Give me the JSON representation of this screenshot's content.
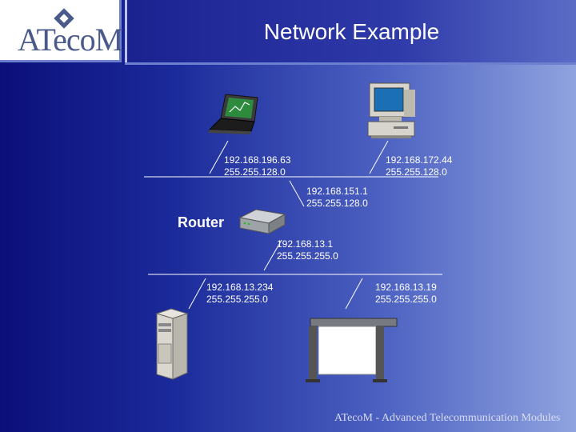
{
  "logo": {
    "text": "ATecoM"
  },
  "title": "Network Example",
  "labels": {
    "laptop_ip": "192.168.196.63",
    "laptop_mask": "255.255.128.0",
    "pc_ip": "192.168.172.44",
    "pc_mask": "255.255.128.0",
    "router_top_ip": "192.168.151.1",
    "router_top_mask": "255.255.128.0",
    "router_bottom_ip": "192.168.13.1",
    "router_bottom_mask": "255.255.255.0",
    "server_ip": "192.168.13.234",
    "server_mask": "255.255.255.0",
    "plotter_ip": "192.168.13.19",
    "plotter_mask": "255.255.255.0",
    "router_name": "Router"
  },
  "footer": "ATecoM - Advanced Telecommunication Modules",
  "colors": {
    "background_left": "#0b0f7a",
    "background_right": "#8fa3df",
    "text": "#ffffff"
  }
}
